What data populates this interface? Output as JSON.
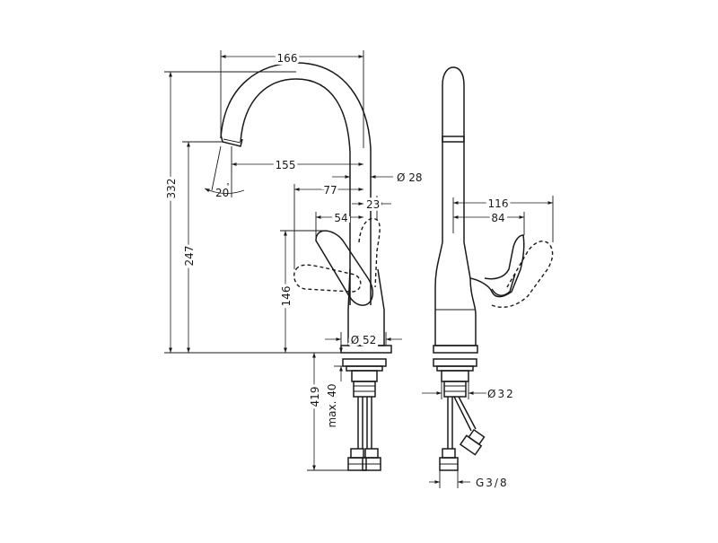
{
  "dimensions": {
    "width_166": "166",
    "height_332": "332",
    "height_247": "247",
    "reach_155": "155",
    "angle_20": "20",
    "len_77": "77",
    "len_54": "54",
    "dia_28": "Ø 28",
    "len_23": "23",
    "height_146": "146",
    "dia_52": "Ø 52",
    "len_419": "419",
    "max_40": "max. 40",
    "len_116": "116",
    "len_84": "84",
    "dia_32": "Ø32",
    "thread": "G3/8"
  },
  "views": [
    "front-view",
    "side-view"
  ]
}
